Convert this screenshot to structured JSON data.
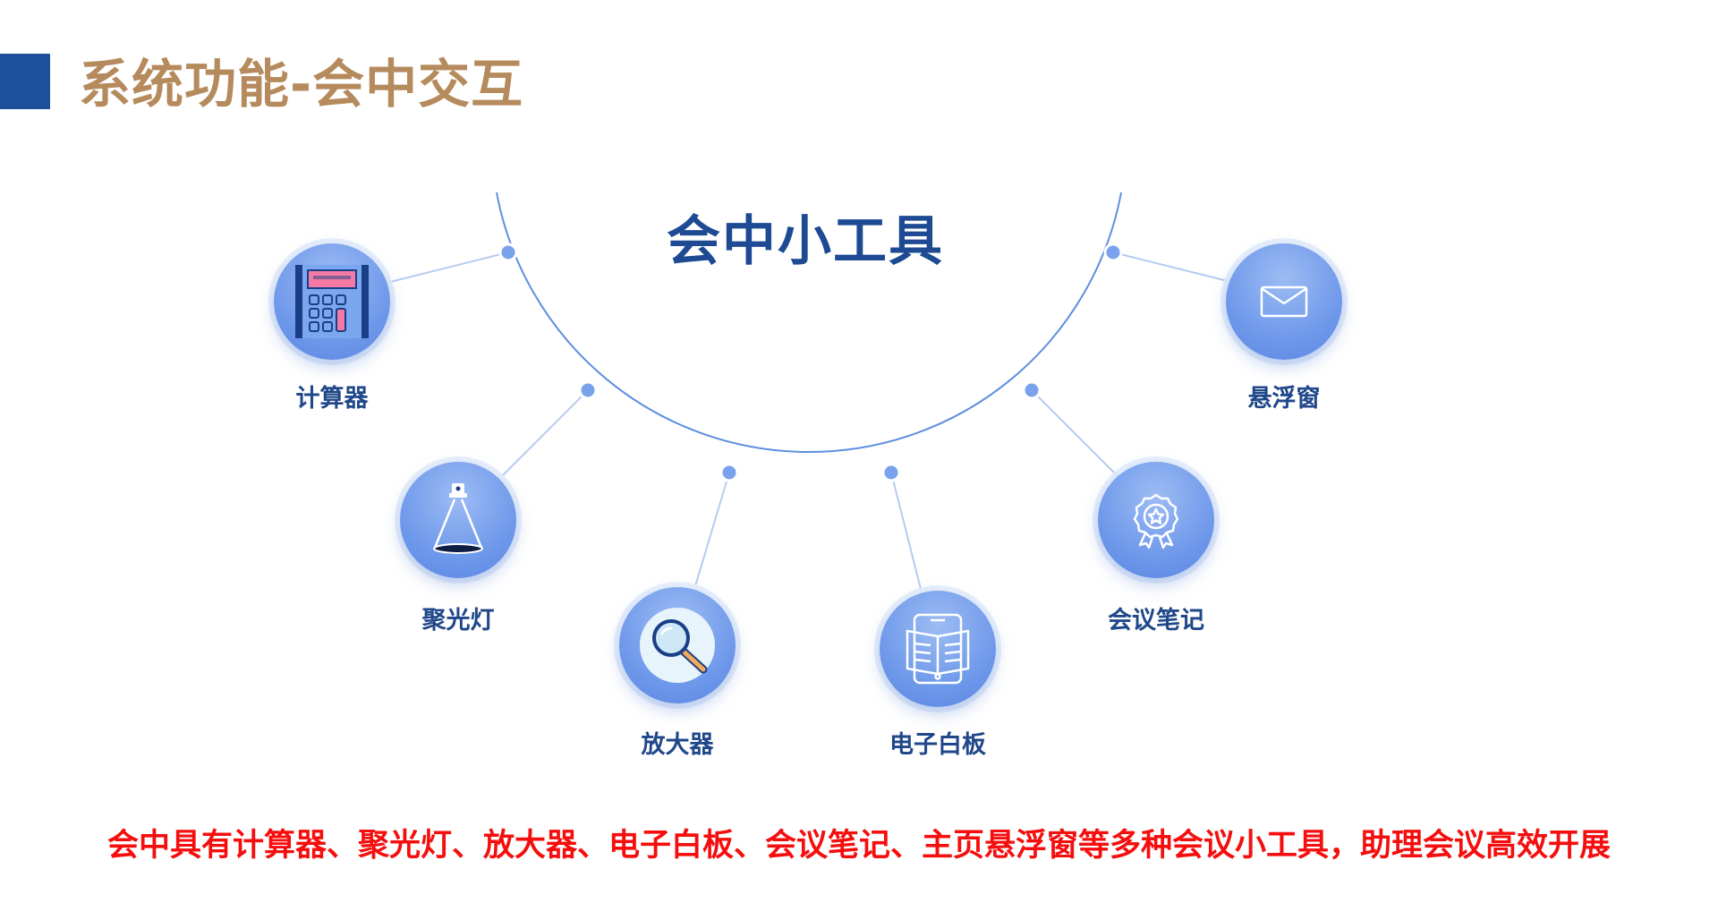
{
  "slide": {
    "title": "系统功能-会中交互",
    "center_title": "会中小工具",
    "footer": "会中具有计算器、聚光灯、放大器、电子白板、会议笔记、主页悬浮窗等多种会议小工具，助理会议高效开展"
  },
  "tools": [
    {
      "label": "计算器",
      "icon": "calculator-icon"
    },
    {
      "label": "聚光灯",
      "icon": "spotlight-icon"
    },
    {
      "label": "放大器",
      "icon": "magnifier-icon"
    },
    {
      "label": "电子白板",
      "icon": "whiteboard-icon"
    },
    {
      "label": "会议笔记",
      "icon": "badge-star-icon"
    },
    {
      "label": "悬浮窗",
      "icon": "envelope-icon"
    }
  ],
  "colors": {
    "title": "#b58a5c",
    "accent_block": "#1d4f9c",
    "center_title": "#1d4a92",
    "tool_label": "#1f4789",
    "circle": "#6f99ea",
    "footer": "#f50e0e"
  }
}
